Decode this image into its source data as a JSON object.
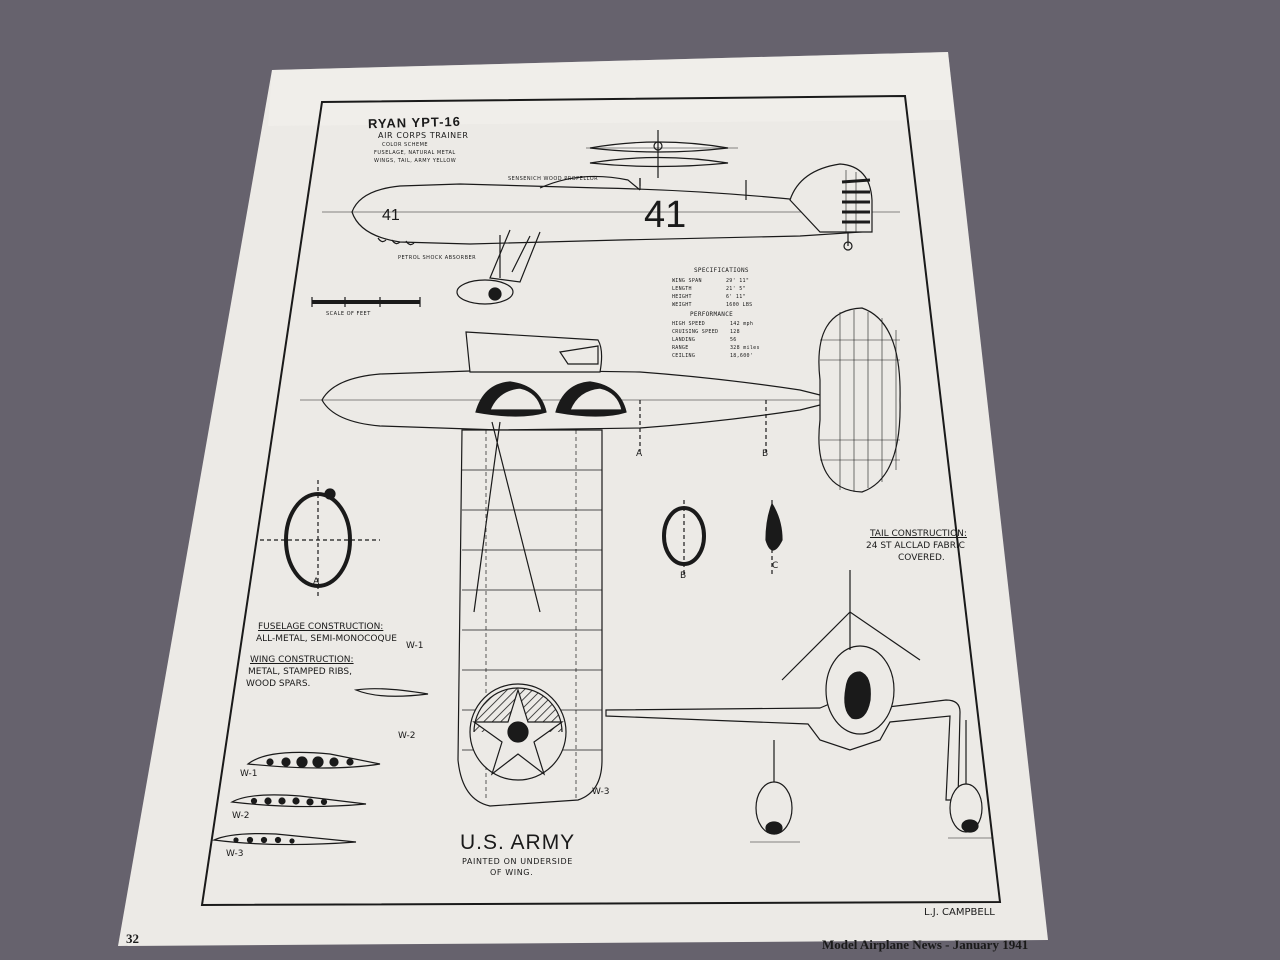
{
  "plan": {
    "title": "RYAN YPT-16",
    "subtitle": "AIR CORPS TRAINER",
    "color_scheme": [
      "COLOR SCHEME",
      "FUSELAGE, NATURAL METAL",
      "WINGS, TAIL, ARMY YELLOW"
    ],
    "propeller_label": "SENSENICH WOOD PROPELLOR",
    "shock_absorber_label": "PETROL SHOCK ABSORBER",
    "scale_label": "SCALE OF FEET",
    "number": "41",
    "section_labels": [
      "A",
      "A",
      "B",
      "B",
      "C"
    ],
    "airfoil_labels": [
      "W-1",
      "W-2",
      "W-3"
    ],
    "wing_station_labels": [
      "W-1",
      "W-2",
      "W-3"
    ],
    "fuselage_construction": [
      "FUSELAGE CONSTRUCTION:",
      "ALL-METAL, SEMI-MONOCOQUE"
    ],
    "wing_construction": [
      "WING CONSTRUCTION:",
      "METAL, STAMPED RIBS,",
      "WOOD SPARS."
    ],
    "tail_construction": [
      "TAIL CONSTRUCTION:",
      "24 ST ALCLAD FABRIC",
      "COVERED."
    ],
    "army_title": "U.S. ARMY",
    "army_note": [
      "PAINTED ON UNDERSIDE",
      "OF WING."
    ],
    "artist": "L.J. CAMPBELL"
  },
  "specifications": {
    "heading": "SPECIFICATIONS",
    "rows": [
      {
        "label": "WING SPAN",
        "value": "29' 11\""
      },
      {
        "label": "LENGTH",
        "value": "21' 5\""
      },
      {
        "label": "HEIGHT",
        "value": "6' 11\""
      },
      {
        "label": "WEIGHT",
        "value": "1600 LBS"
      }
    ]
  },
  "performance": {
    "heading": "PERFORMANCE",
    "rows": [
      {
        "label": "HIGH SPEED",
        "value": "142 mph"
      },
      {
        "label": "CRUISING SPEED",
        "value": "128"
      },
      {
        "label": "LANDING",
        "value": "56"
      },
      {
        "label": "RANGE",
        "value": "328 miles"
      },
      {
        "label": "CEILING",
        "value": "18,600'"
      }
    ]
  },
  "footer": {
    "page_number": "32",
    "publication": "Model Airplane News - January 1941"
  },
  "colors": {
    "background": "#6a6670",
    "paper": "#eceae6",
    "ink": "#1a1a1a"
  }
}
